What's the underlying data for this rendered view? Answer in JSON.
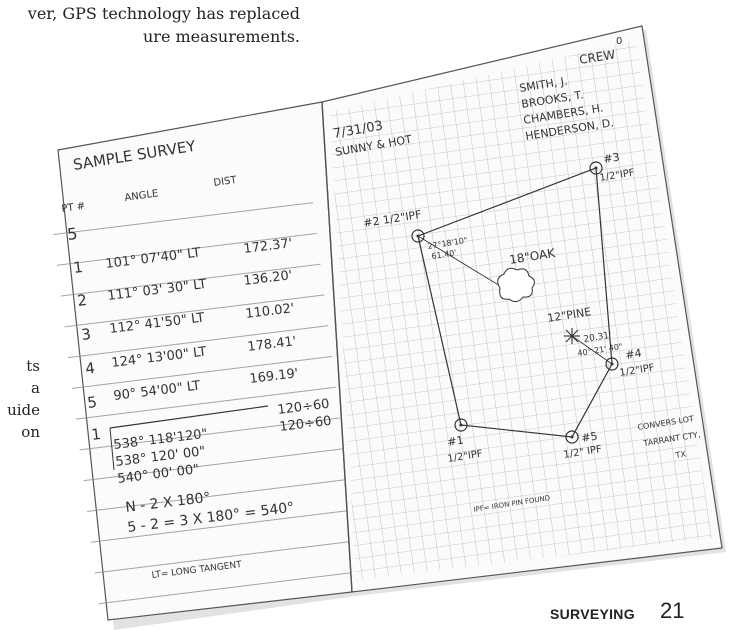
{
  "page_text": {
    "lines": [
      "ver, GPS technology has replaced",
      "ure measurements."
    ]
  },
  "side_text": {
    "lines": [
      "ts",
      "a",
      "uide",
      "on"
    ]
  },
  "footer": {
    "label": "SURVEYING",
    "page_number": "21"
  },
  "notebook": {
    "left_page": {
      "title": "SAMPLE SURVEY",
      "col_pt": "PT #",
      "col_angle": "ANGLE",
      "col_dist": "DIST",
      "rows": [
        {
          "pt": "5",
          "angle": "",
          "dist": ""
        },
        {
          "pt": "1",
          "angle": "101° 07'40\" LT",
          "dist": "172.37'"
        },
        {
          "pt": "2",
          "angle": "111° 03' 30\" LT",
          "dist": "136.20'"
        },
        {
          "pt": "3",
          "angle": "112° 41'50\" LT",
          "dist": "110.02'"
        },
        {
          "pt": "4",
          "angle": "124° 13'00\" LT",
          "dist": "178.41'"
        },
        {
          "pt": "5",
          "angle": "90° 54'00\" LT",
          "dist": "169.19'"
        }
      ],
      "sum_pt": "1",
      "sum_line1": "538° 118'120\"",
      "sum_line1_calc": "120÷60",
      "sum_line2": "538° 120' 00\"",
      "sum_line2_calc": "120÷60",
      "sum_line3": "540° 00' 00\"",
      "formula1": "N - 2 X 180°",
      "formula2": "5 - 2 = 3 X 180° = 540°",
      "legend": "LT= LONG TANGENT"
    },
    "right_page": {
      "page_no": "0",
      "date": "7/31/03",
      "weather": "SUNNY & HOT",
      "crew_title": "CREW",
      "crew": [
        "SMITH, J.",
        "BROOKS, T.",
        "CHAMBERS, H.",
        "HENDERSON, D."
      ],
      "p1": "#1",
      "p1_label": "1/2\"IPF",
      "p2": "#2 1/2\"IPF",
      "p2_note1": "27°18'10\"",
      "p2_note2": "61.40'",
      "p3": "#3",
      "p3_label": "1/2\"IPF",
      "p4": "#4",
      "p4_label": "1/2\"IPF",
      "p4_note1": "20.31'",
      "p4_note2": "40° 21' 40\"",
      "p5": "#5",
      "p5_label": "1/2\" IPF",
      "oak": "18\"OAK",
      "pine": "12\"PINE",
      "location1": "CONVERS LOT",
      "location2": "TARRANT CTY,",
      "location3": "TX",
      "ipf_legend": "IPF= IRON PIN FOUND"
    }
  }
}
